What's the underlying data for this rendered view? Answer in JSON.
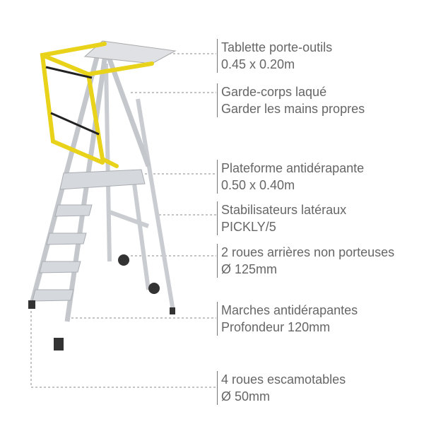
{
  "callouts": [
    {
      "title": "Tablette porte-outils",
      "detail": "0.45 x 0.20m"
    },
    {
      "title": "Garde-corps laqué",
      "detail": "Garder les mains propres"
    },
    {
      "title": "Plateforme antidérapante",
      "detail": "0.50 x 0.40m"
    },
    {
      "title": "Stabilisateurs latéraux",
      "detail": "PICKLY/5"
    },
    {
      "title": "2 roues arrières non porteuses",
      "detail": "Ø 125mm"
    },
    {
      "title": "Marches antidérapantes",
      "detail": "Profondeur 120mm"
    },
    {
      "title": "4 roues escamotables",
      "detail": "Ø 50mm"
    }
  ],
  "colors": {
    "guardrail": "#e8d21a",
    "aluminium": "#c9ccd0",
    "text": "#666666",
    "leader": "#888888"
  }
}
